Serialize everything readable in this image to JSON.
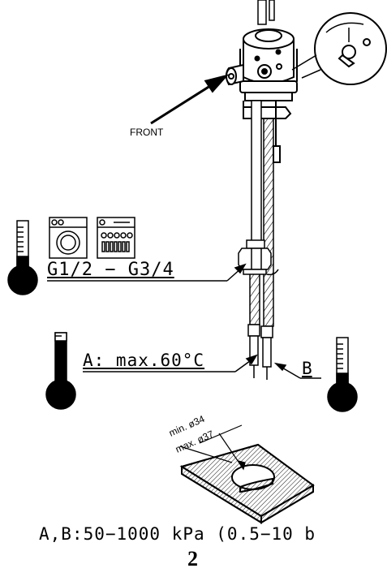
{
  "labels": {
    "front": "FRONT",
    "thread": "G1/2  −  G3/4",
    "hose_a": "A:  max.60°C",
    "hose_b": "B",
    "pressure": "A,B:50−1000  kPa  (0.5−10  b",
    "figure_number": "2"
  },
  "hole_dims": {
    "min": "min. ø34",
    "max": "max. ø37"
  },
  "icons": {
    "thermometer_cold": "thermometer-cold-icon",
    "thermometer_hot": "thermometer-hot-icon",
    "washing_machine": "washing-machine-icon",
    "dishwasher": "dishwasher-icon",
    "valve_detail": "valve-handle-detail-icon"
  },
  "colors": {
    "line": "#000000",
    "background": "#ffffff"
  }
}
